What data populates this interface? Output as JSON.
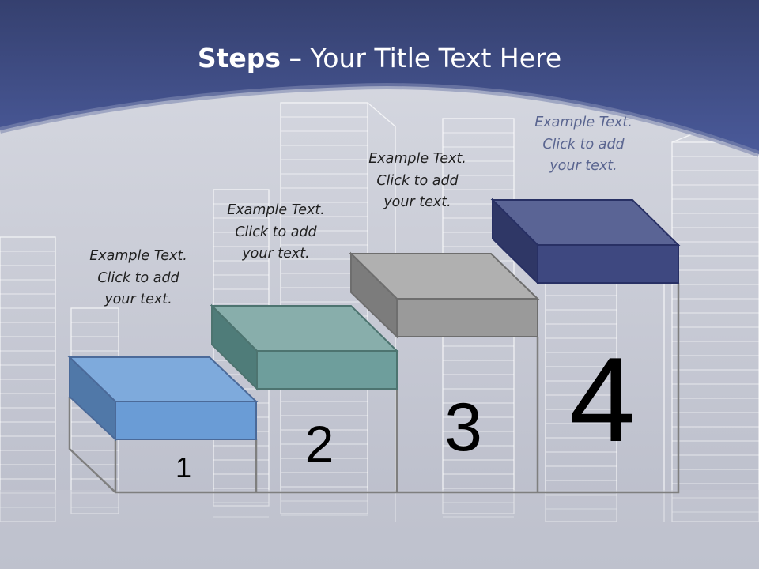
{
  "slide": {
    "title_bold": "Steps",
    "title_rest": " – Your Title Text Here"
  },
  "colors": {
    "header": "#3d4c86",
    "step1": "#6a9cd6",
    "step2": "#6e9e9c",
    "step3": "#9a9a9a",
    "step4": "#3e4880"
  },
  "steps": [
    {
      "number": "1",
      "caption": [
        "Example Text.",
        "Click  to add",
        "your text."
      ]
    },
    {
      "number": "2",
      "caption": [
        "Example Text.",
        "Click  to add",
        "your text."
      ]
    },
    {
      "number": "3",
      "caption": [
        "Example Text.",
        "Click  to add",
        "your text."
      ]
    },
    {
      "number": "4",
      "caption": [
        "Example Text.",
        "Click  to add",
        "your text."
      ]
    }
  ]
}
